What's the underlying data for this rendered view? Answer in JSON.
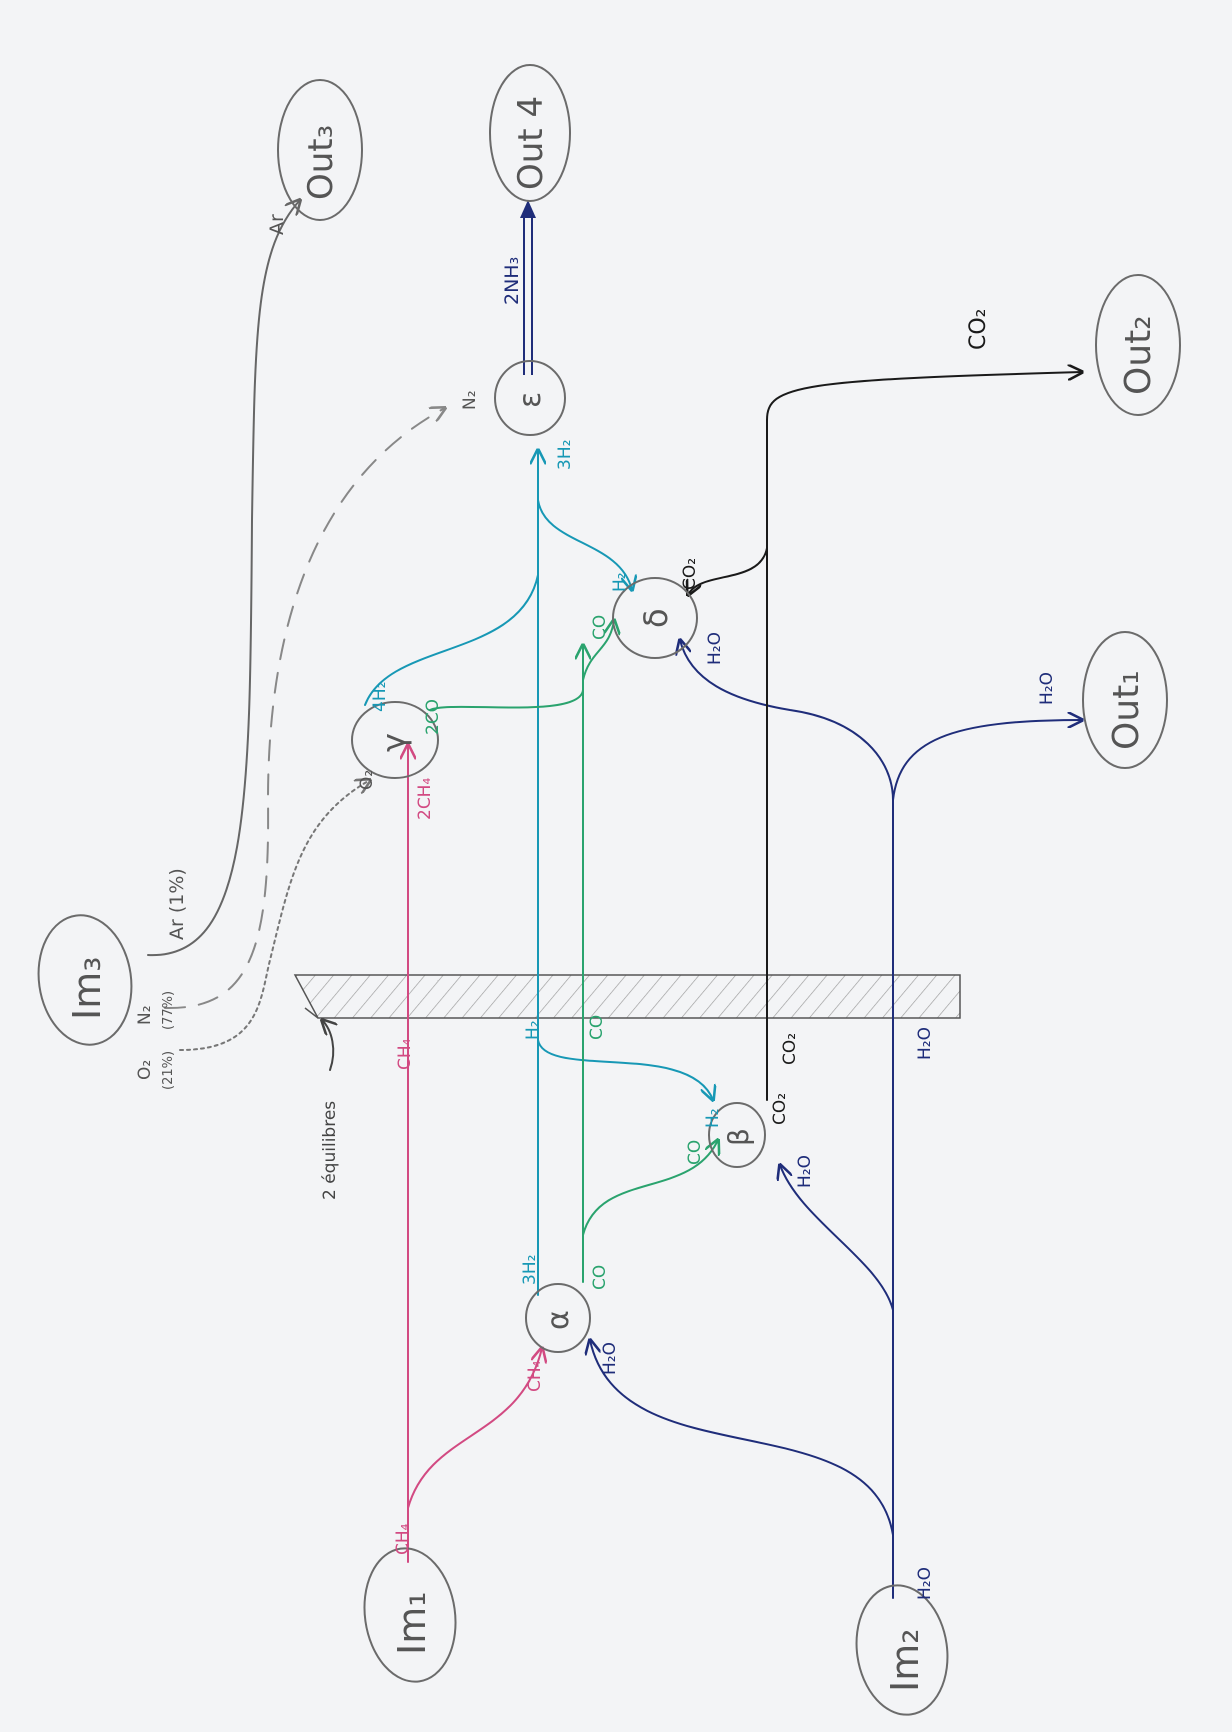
{
  "colors": {
    "ch4": "#d24a82",
    "h2": "#1798b5",
    "co": "#2aa36e",
    "h2o": "#1f2d7a",
    "co2": "#1a1a1a",
    "n2": "#777777",
    "o2": "#777777",
    "ar": "#666666",
    "nh3": "#1f2d7a",
    "node": "#6b6b6b"
  },
  "nodes": {
    "im1": "Im₁",
    "im2": "Im₂",
    "im3": "Im₃",
    "alpha": "α",
    "beta": "β",
    "gamma": "γ",
    "delta": "δ",
    "epsilon": "ε",
    "out1": "Out₁",
    "out2": "Out₂",
    "out3": "Out₃",
    "out4": "Out 4"
  },
  "labels": {
    "ch4_im1": "CH₄",
    "ch4_alpha": "CH₄",
    "ch4_wall": "CH₄",
    "ch4_gamma": "2CH₄",
    "h2o_im2": "H₂O",
    "h2o_alpha": "H₂O",
    "h2o_beta": "H₂O",
    "h2o_wall": "H₂O",
    "h2o_delta": "H₂O",
    "h2o_out1": "H₂O",
    "h2_alpha": "3H₂",
    "h2_beta": "H₂",
    "h2_wall": "H₂",
    "h2_gamma": "4H₂",
    "h2_delta": "H₂",
    "h2_epsilon": "3H₂",
    "co_alpha": "CO",
    "co_beta": "CO",
    "co_wall": "CO",
    "co_gamma": "2CO",
    "co_delta": "CO",
    "co2_beta": "CO₂",
    "co2_wall": "CO₂",
    "co2_delta": "CO₂",
    "co2_out2": "CO₂",
    "o2_im3": "O₂",
    "o2_pct": "(21%)",
    "n2_im3": "N₂",
    "n2_pct": "(77%)",
    "ar_im3": "Ar (1%)",
    "ar_out3": "Ar",
    "o2_gamma": "O₂",
    "n2_epsilon": "N₂",
    "nh3": "2NH₃",
    "equilibres": "2 équilibres"
  }
}
